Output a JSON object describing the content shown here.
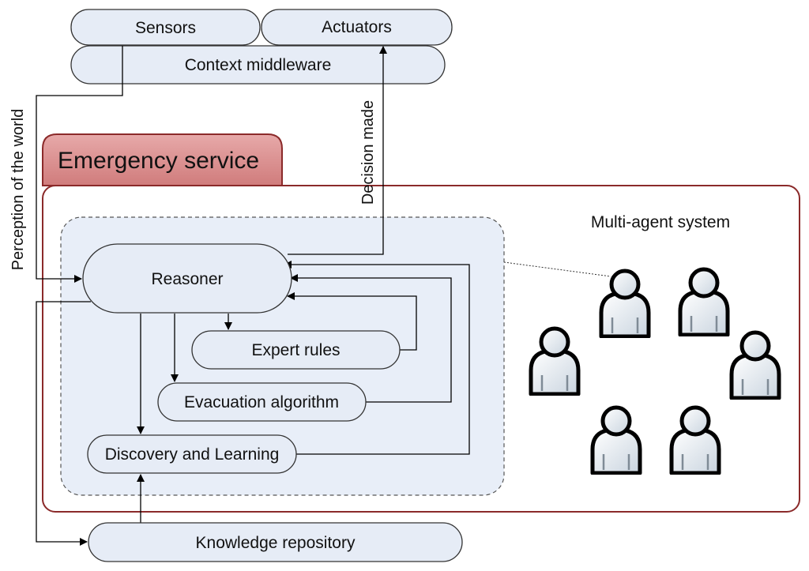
{
  "external": {
    "sensors": "Sensors",
    "actuators": "Actuators",
    "context_middleware": "Context middleware"
  },
  "edges": {
    "perception": "Perception of the world",
    "decision": "Decision made"
  },
  "service": {
    "title": "Emergency service",
    "mas_label": "Multi-agent system"
  },
  "components": {
    "reasoner": "Reasoner",
    "expert_rules": "Expert rules",
    "evacuation": "Evacuation algorithm",
    "discovery": "Discovery and Learning"
  },
  "repository": "Knowledge repository",
  "colors": {
    "pill_fill": "#e6ecf6",
    "service_border": "#8b2a2a",
    "tab_fill": "#d98b8b",
    "cluster_fill": "#e8eef8",
    "agent_body": "#dfe6ee"
  },
  "agents": {
    "count": 6,
    "icon": "user-icon"
  }
}
